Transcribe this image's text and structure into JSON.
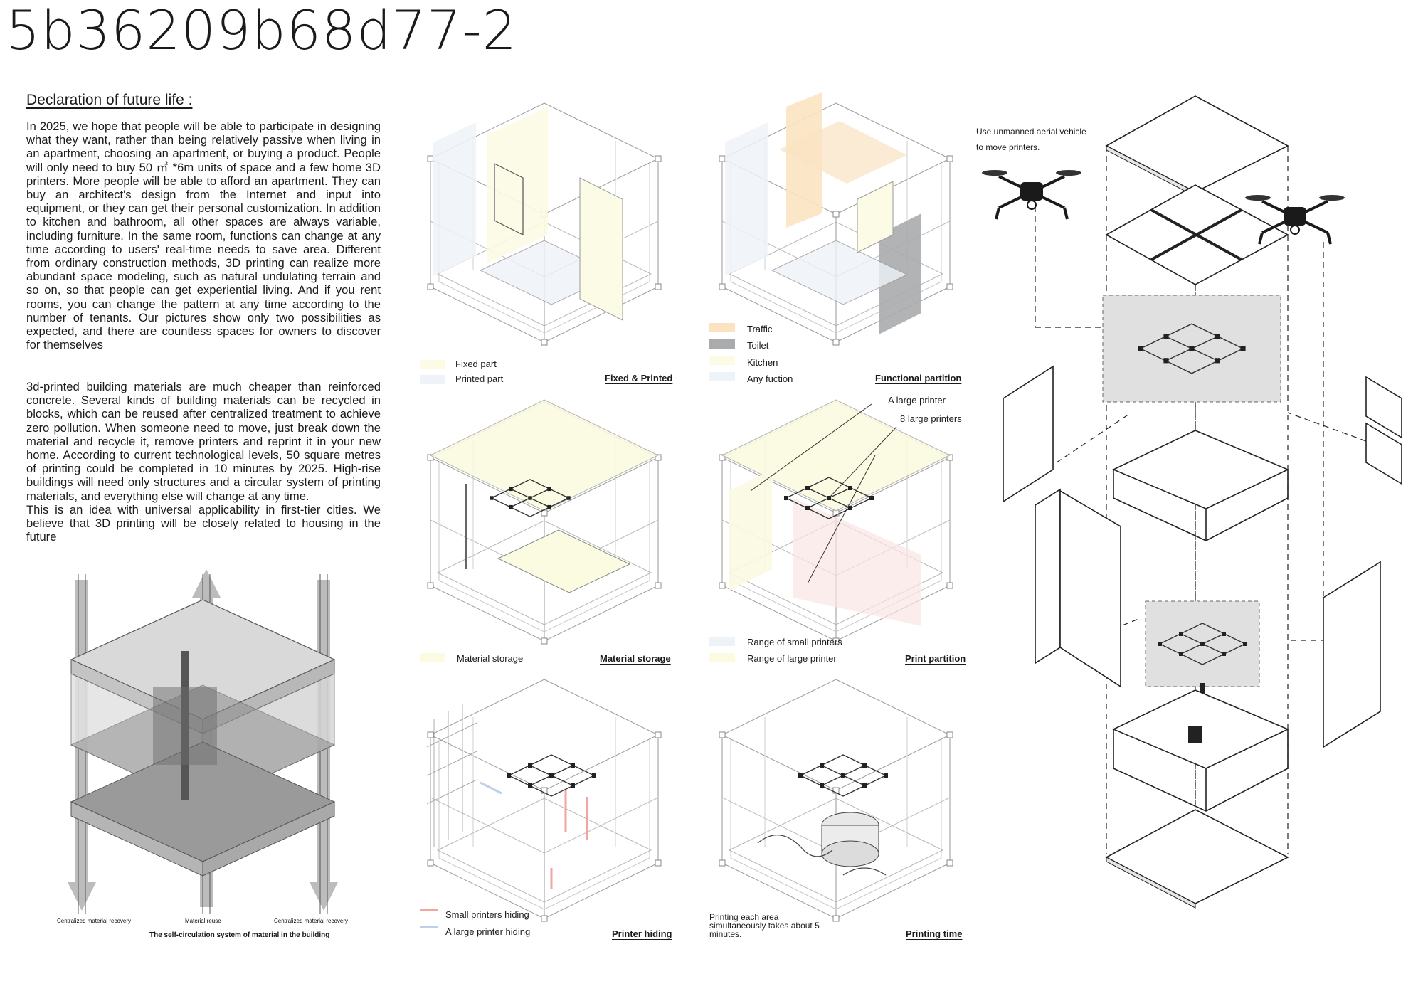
{
  "title": "5b36209b68d77-2",
  "declaration": {
    "heading": "Declaration of future life :",
    "paragraph1": "In 2025, we hope that people will be able to participate in designing what they want, rather than being relatively passive when living in an apartment, choosing an apartment, or buying a product. People will only need to buy 50 ㎡ *6m units of space and a few home 3D printers. More people will be able to afford an apartment. They can buy an architect's design from the Internet and input into equipment, or they can get their personal customization. In addition to kitchen and bathroom, all other spaces are always variable, including furniture. In the same room, functions can change at any time according to users' real-time needs to save area. Different from ordinary construction methods, 3D printing can realize more abundant space modeling, such as natural undulating terrain and so on, so that people can get experiential living. And if you rent rooms, you can change the pattern at any time according to the number of tenants. Our pictures show only two possibilities as expected, and there are countless spaces for owners to discover for themselves",
    "paragraph2": "3d-printed building materials are much cheaper than reinforced concrete. Several kinds of building materials can be recycled in blocks, which can be reused after centralized treatment to achieve zero pollution. When someone need to move, just break down the material and recycle it, remove printers and reprint it in your new home. According to  current technological levels, 50 square metres of printing could be completed in 10 minutes by 2025. High-rise buildings will need only structures and a circular system of printing materials, and everything else will change at any time.\nThis is an idea with universal applicability in first-tier cities. We believe that 3D printing will be closely related to housing in the future"
  },
  "circulation": {
    "label_left": "Centralized material recovery",
    "label_mid": "Material reuse",
    "label_right": "Centralized material recovery",
    "caption": "The self-circulation system of material in the building"
  },
  "panels": {
    "fixed_printed": {
      "caption": "Fixed & Printed",
      "legend": [
        {
          "label": "Fixed part",
          "color": "#fbfbe6"
        },
        {
          "label": "Printed part",
          "color": "#eef3f8"
        }
      ]
    },
    "functional": {
      "caption": "Functional partition",
      "legend": [
        {
          "label": "Traffic",
          "color": "#fbe3c2"
        },
        {
          "label": "Toilet",
          "color": "#a9abad"
        },
        {
          "label": "Kitchen",
          "color": "#fbfbe6"
        },
        {
          "label": "Any fuction",
          "color": "#eef3f8"
        }
      ]
    },
    "material_storage": {
      "caption": "Material storage",
      "legend": [
        {
          "label": "Material storage",
          "color": "#fbfbe2"
        }
      ]
    },
    "print_partition": {
      "caption": "Print partition",
      "annotation_1": "A large printer",
      "annotation_2": "8 large printers",
      "legend": [
        {
          "label": "Range of small printers",
          "color": "#eef3f8"
        },
        {
          "label": "Range of large printer",
          "color": "#fbfbe2"
        }
      ]
    },
    "printer_hiding": {
      "caption": "Printer hiding",
      "legend": [
        {
          "label": "Small printers hiding",
          "color": "#f4a3a3"
        },
        {
          "label": "A large printer hiding",
          "color": "#bcd0e6"
        }
      ]
    },
    "printing_time": {
      "caption": "Printing time",
      "note": "Printing each area simultaneously takes about 5 minutes."
    }
  },
  "drone_note": "Use unmanned aerial vehicle to move printers."
}
